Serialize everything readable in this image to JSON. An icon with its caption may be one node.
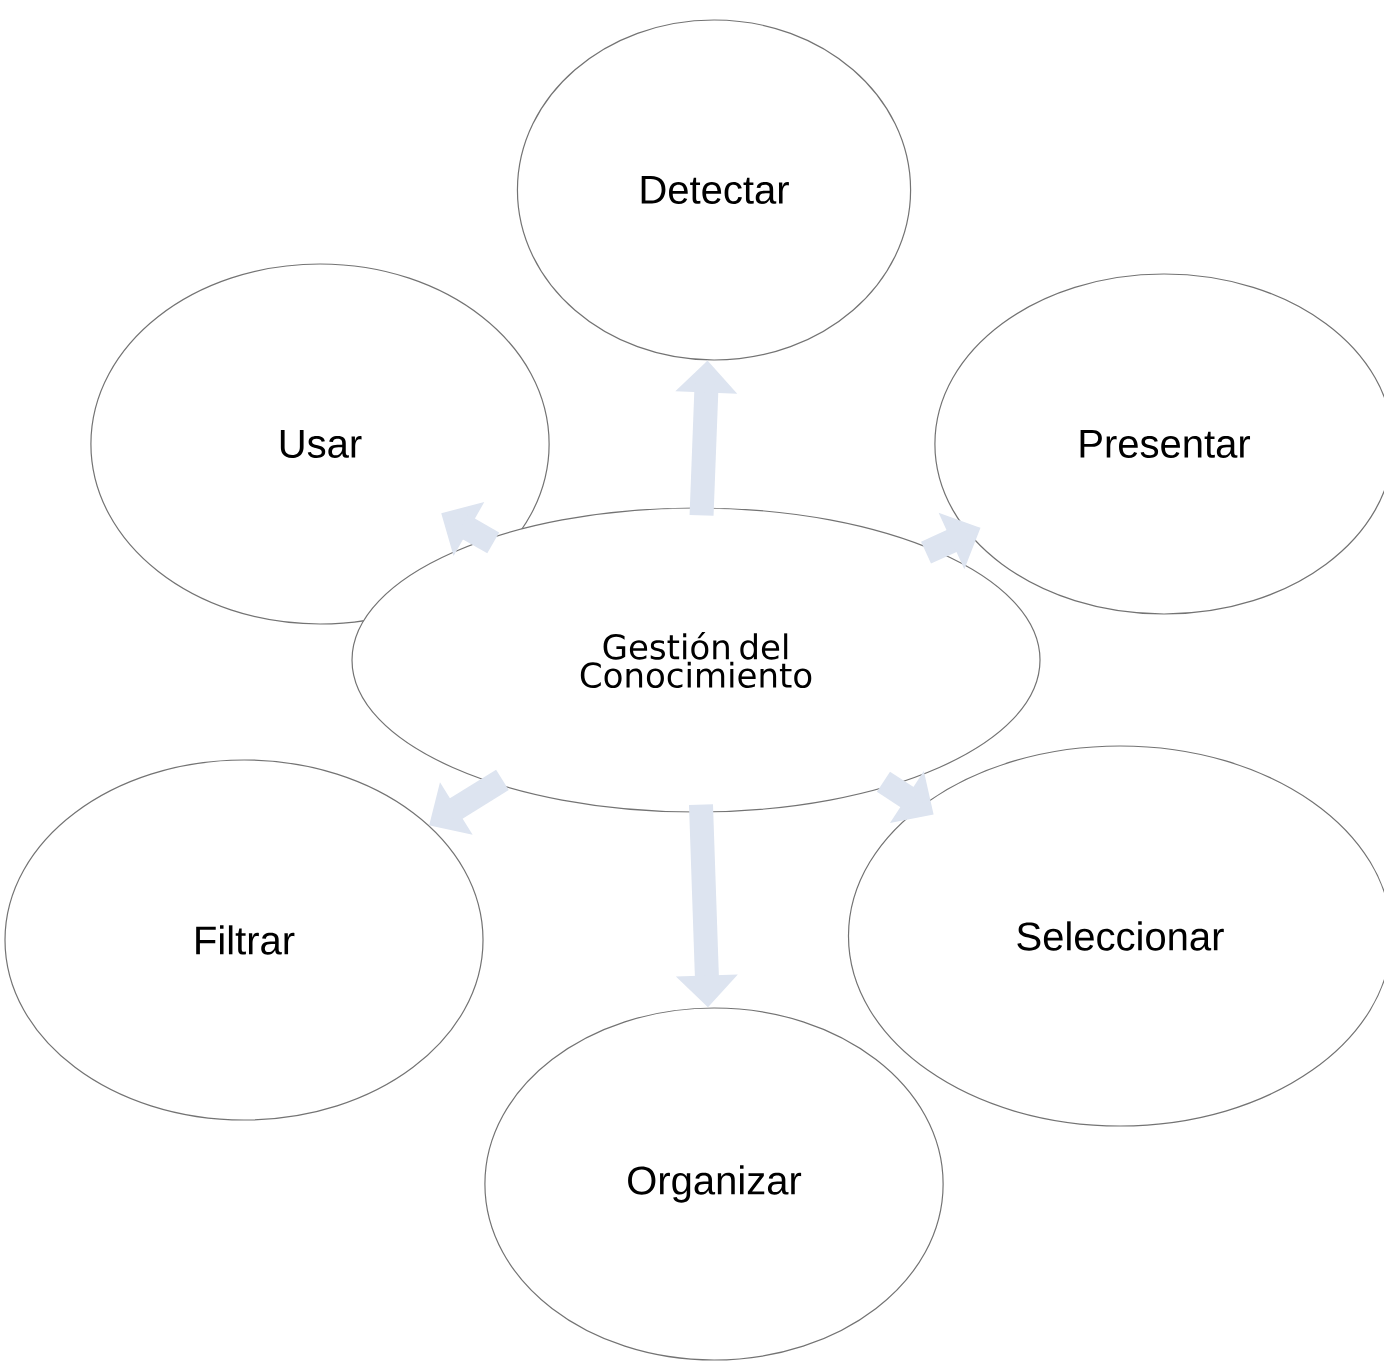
{
  "diagram": {
    "nodes": [
      {
        "text": [
          "Detectar"
        ]
      },
      {
        "text": [
          "Usar"
        ]
      },
      {
        "text": [
          "Presentar"
        ]
      },
      {
        "text": [
          "Gestión del Conocimiento"
        ]
      },
      {
        "text": [
          "Filtrar"
        ]
      },
      {
        "text": [
          "Seleccionar"
        ]
      },
      {
        "text": [
          "Organizar"
        ]
      }
    ],
    "edges": [
      {
        "from": 3,
        "to": 0,
        "arrow": "to"
      },
      {
        "from": 3,
        "to": 2,
        "arrow": "to"
      },
      {
        "from": 3,
        "to": 5,
        "arrow": "to"
      },
      {
        "from": 3,
        "to": 6,
        "arrow": "to"
      },
      {
        "from": 3,
        "to": 4,
        "arrow": "to"
      },
      {
        "from": 3,
        "to": 1,
        "arrow": "to"
      }
    ]
  }
}
